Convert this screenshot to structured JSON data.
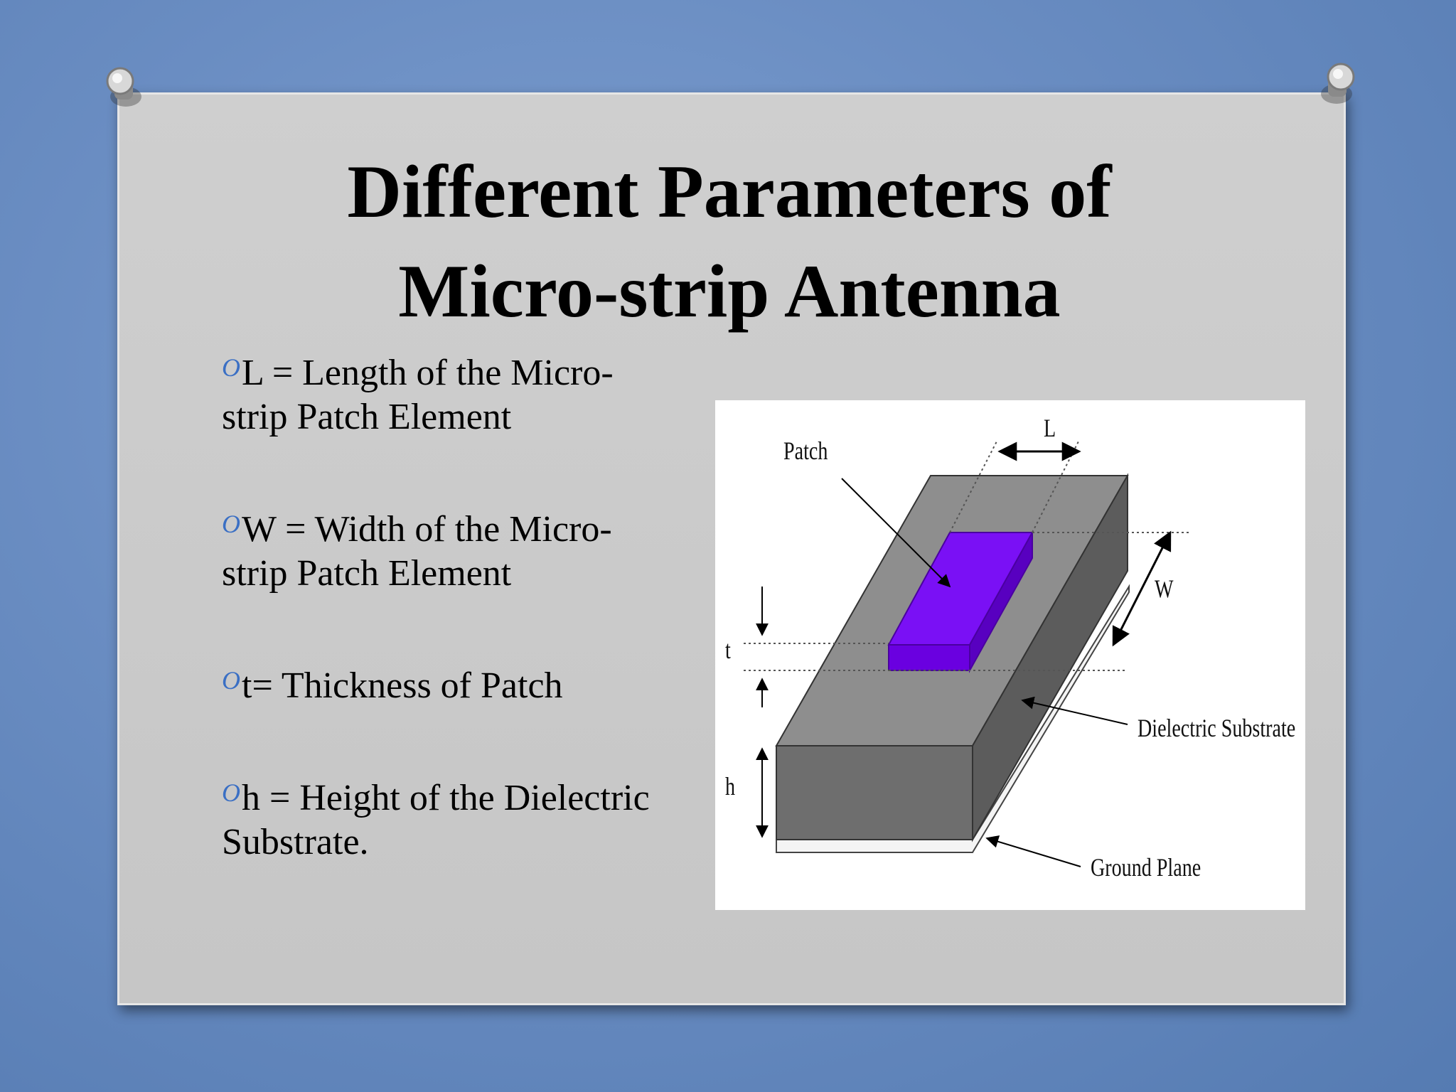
{
  "slide": {
    "title_line1": "Different Parameters of",
    "title_line2": "Micro-strip Antenna",
    "bullet_marker": "O",
    "bullets": [
      {
        "line1": "L = Length of the Micro-",
        "line2": "strip Patch Element"
      },
      {
        "line1": "W = Width of the Micro-",
        "line2": "strip Patch Element"
      },
      {
        "line1": "t= Thickness of Patch",
        "line2": ""
      },
      {
        "line1": "h = Height of the Dielectric",
        "line2": "Substrate."
      }
    ]
  },
  "figure": {
    "labels": {
      "L": "L",
      "patch": "Patch",
      "W": "W",
      "t": "t",
      "h": "h",
      "dielectric": "Dielectric Substrate",
      "ground": "Ground Plane"
    },
    "colors": {
      "patch": "#7a10f5",
      "substrate_top": "#8e8e8e",
      "substrate_front": "#6e6e6e",
      "substrate_side": "#5c5c5c"
    }
  }
}
